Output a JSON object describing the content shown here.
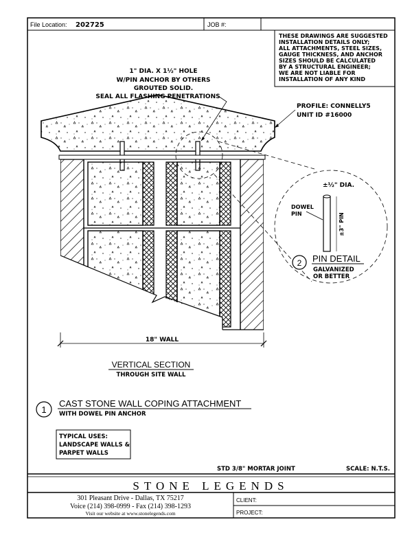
{
  "header": {
    "file_location_label": "File Location:",
    "file_location_value": "202725",
    "job_label": "JOB #:"
  },
  "notice": {
    "lines": [
      "THESE DRAWINGS ARE SUGGESTED",
      "INSTALLATION DETAILS ONLY;",
      "ALL ATTACHMENTS, STEEL SIZES,",
      "GAUGE THICKNESS, AND ANCHOR",
      "SIZES SHOULD BE CALCULATED",
      "BY A STRUCTURAL ENGINEER;",
      "WE ARE NOT LIABLE FOR",
      "INSTALLATION OF ANY KIND"
    ]
  },
  "hole_note": {
    "lines": [
      "1\" DIA. X 1½\" HOLE",
      "W/PIN ANCHOR BY OTHERS",
      "GROUTED SOLID.",
      "SEAL ALL FLASHING PENETRATIONS"
    ]
  },
  "profile": {
    "line1": "PROFILE: CONNELLY5",
    "line2": "UNIT ID #16000"
  },
  "pin_detail": {
    "dia_label": "±½\" DIA.",
    "dowel_label_1": "DOWEL",
    "dowel_label_2": "PIN",
    "length_label": "±3\" PIN",
    "number": "2",
    "title": "PIN DETAIL",
    "sub1": "GALVANIZED",
    "sub2": "OR BETTER"
  },
  "wall": {
    "width_label": "18\" WALL"
  },
  "section": {
    "title": "VERTICAL SECTION",
    "subtitle": "THROUGH SITE WALL"
  },
  "main_title": {
    "number": "1",
    "title": "CAST STONE WALL COPING ATTACHMENT",
    "subtitle": "WITH DOWEL PIN ANCHOR"
  },
  "typical_uses": {
    "line1": "TYPICAL USES:",
    "line2": "LANDSCAPE WALLS &",
    "line3": "PARPET WALLS"
  },
  "footer": {
    "mortar": "STD 3/8\" MORTAR JOINT",
    "scale": "SCALE: N.T.S.",
    "company": "STONE LEGENDS",
    "address": "301 Pleasant Drive - Dallas, TX 75217",
    "phone": "Voice (214) 398-0999 - Fax (214) 398-1293",
    "website": "Visit our website at   www.stonelegends.com",
    "client_label": "CLIENT:",
    "project_label": "PROJECT:"
  }
}
